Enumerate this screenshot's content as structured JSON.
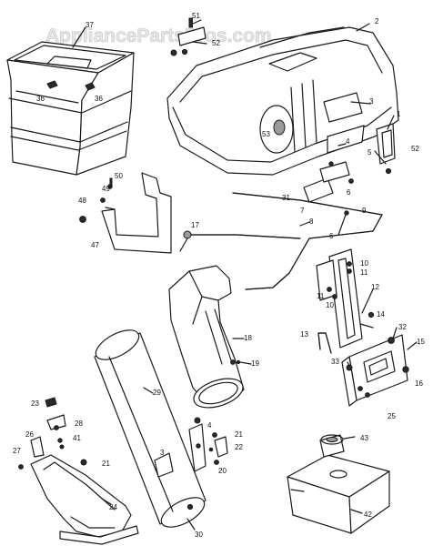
{
  "watermark": "AppliancePartsPros.com",
  "part_numbers": [
    "1",
    "2",
    "3",
    "4",
    "5",
    "6",
    "7",
    "8",
    "9",
    "10",
    "11",
    "12",
    "13",
    "14",
    "15",
    "16",
    "17",
    "18",
    "19",
    "20",
    "21",
    "22",
    "23",
    "24",
    "25",
    "26",
    "27",
    "28",
    "29",
    "30",
    "31",
    "32",
    "33",
    "36",
    "37",
    "41",
    "42",
    "43",
    "47",
    "48",
    "49",
    "50",
    "51",
    "52",
    "53"
  ],
  "callouts": [
    {
      "id": "51",
      "text": "51"
    },
    {
      "id": "52",
      "text": "52"
    },
    {
      "id": "2",
      "text": "2"
    },
    {
      "id": "37",
      "text": "37"
    },
    {
      "id": "36a",
      "text": "36"
    },
    {
      "id": "36b",
      "text": "36"
    },
    {
      "id": "3",
      "text": "3"
    },
    {
      "id": "1",
      "text": "1"
    },
    {
      "id": "53",
      "text": "53"
    },
    {
      "id": "4a",
      "text": "4"
    },
    {
      "id": "52b",
      "text": "52"
    },
    {
      "id": "5",
      "text": "5"
    },
    {
      "id": "31",
      "text": "31"
    },
    {
      "id": "6",
      "text": "6"
    },
    {
      "id": "7",
      "text": "7"
    },
    {
      "id": "50",
      "text": "50"
    },
    {
      "id": "49",
      "text": "49"
    },
    {
      "id": "48",
      "text": "48"
    },
    {
      "id": "47",
      "text": "47"
    },
    {
      "id": "17",
      "text": "17"
    },
    {
      "id": "8",
      "text": "8"
    },
    {
      "id": "9",
      "text": "9"
    },
    {
      "id": "6b",
      "text": "6"
    },
    {
      "id": "10a",
      "text": "10"
    },
    {
      "id": "11a",
      "text": "11"
    },
    {
      "id": "11b",
      "text": "11"
    },
    {
      "id": "10b",
      "text": "10"
    },
    {
      "id": "12",
      "text": "12"
    },
    {
      "id": "14",
      "text": "14"
    },
    {
      "id": "32",
      "text": "32"
    },
    {
      "id": "13",
      "text": "13"
    },
    {
      "id": "15",
      "text": "15"
    },
    {
      "id": "18",
      "text": "18"
    },
    {
      "id": "19",
      "text": "19"
    },
    {
      "id": "33",
      "text": "33"
    },
    {
      "id": "16",
      "text": "16"
    },
    {
      "id": "25",
      "text": "25"
    },
    {
      "id": "29",
      "text": "29"
    },
    {
      "id": "23",
      "text": "23"
    },
    {
      "id": "28",
      "text": "28"
    },
    {
      "id": "41",
      "text": "41"
    },
    {
      "id": "4b",
      "text": "4"
    },
    {
      "id": "21a",
      "text": "21"
    },
    {
      "id": "22",
      "text": "22"
    },
    {
      "id": "3b",
      "text": "3"
    },
    {
      "id": "20",
      "text": "20"
    },
    {
      "id": "26",
      "text": "26"
    },
    {
      "id": "27",
      "text": "27"
    },
    {
      "id": "21b",
      "text": "21"
    },
    {
      "id": "24",
      "text": "24"
    },
    {
      "id": "30",
      "text": "30"
    },
    {
      "id": "43",
      "text": "43"
    },
    {
      "id": "42",
      "text": "42"
    }
  ]
}
